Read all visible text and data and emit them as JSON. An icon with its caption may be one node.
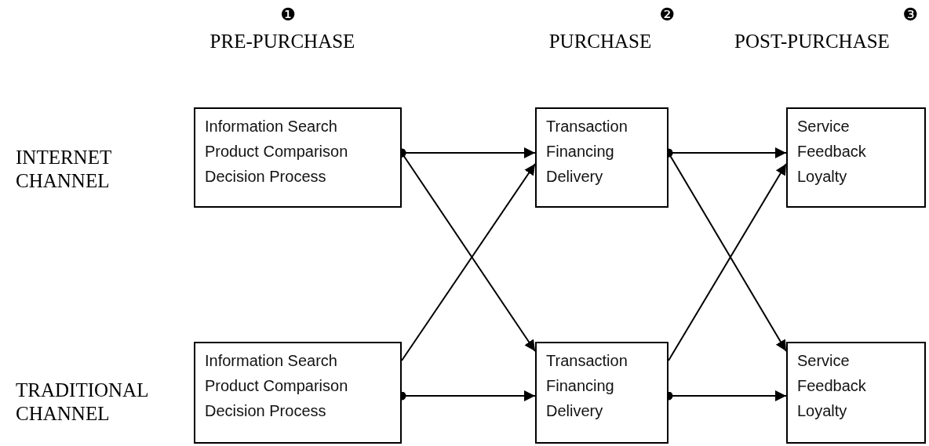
{
  "diagram": {
    "nodes": [
      {
        "text": [
          "Information Search",
          "Product Comparison",
          "Decision Process"
        ]
      },
      {
        "text": [
          "Transaction",
          "Financing",
          "Delivery"
        ]
      },
      {
        "text": [
          "Service",
          "Feedback",
          "Loyalty"
        ]
      },
      {
        "text": [
          "Information Search",
          "Product Comparison",
          "Decision Process"
        ]
      },
      {
        "text": [
          "Transaction",
          "Financing",
          "Delivery"
        ]
      },
      {
        "text": [
          "Service",
          "Feedback",
          "Loyalty"
        ]
      }
    ],
    "edges": [
      {
        "from": 0,
        "to": 1,
        "arrow": "to"
      },
      {
        "from": 0,
        "to": 4,
        "arrow": "to"
      },
      {
        "from": 3,
        "to": 1,
        "arrow": "to"
      },
      {
        "from": 3,
        "to": 4,
        "arrow": "to"
      },
      {
        "from": 1,
        "to": 2,
        "arrow": "to"
      },
      {
        "from": 1,
        "to": 5,
        "arrow": "to"
      },
      {
        "from": 4,
        "to": 2,
        "arrow": "to"
      },
      {
        "from": 4,
        "to": 5,
        "arrow": "to"
      }
    ],
    "labels": [
      "❶",
      "PRE-PURCHASE",
      "❷",
      "PURCHASE",
      "❸",
      "POST-PURCHASE",
      "INTERNET CHANNEL",
      "TRADITIONAL CHANNEL"
    ]
  }
}
